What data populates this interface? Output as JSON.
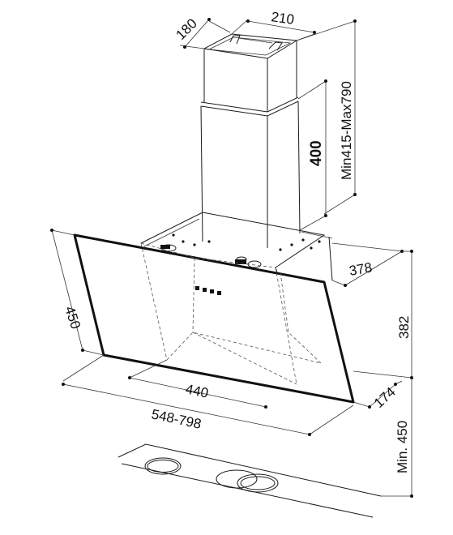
{
  "dimensions": {
    "chimney_depth": "180",
    "chimney_width": "210",
    "chimney_height_range": "Min415-Max790",
    "chimney_section": "400",
    "hood_depth": "378",
    "hood_height": "382",
    "glass_height": "450",
    "glass_width": "440",
    "hood_width_range": "548-798",
    "bottom_depth": "174",
    "min_hob_distance": "Min. 450"
  },
  "colors": {
    "line": "#1a1a1a",
    "background": "#ffffff"
  }
}
